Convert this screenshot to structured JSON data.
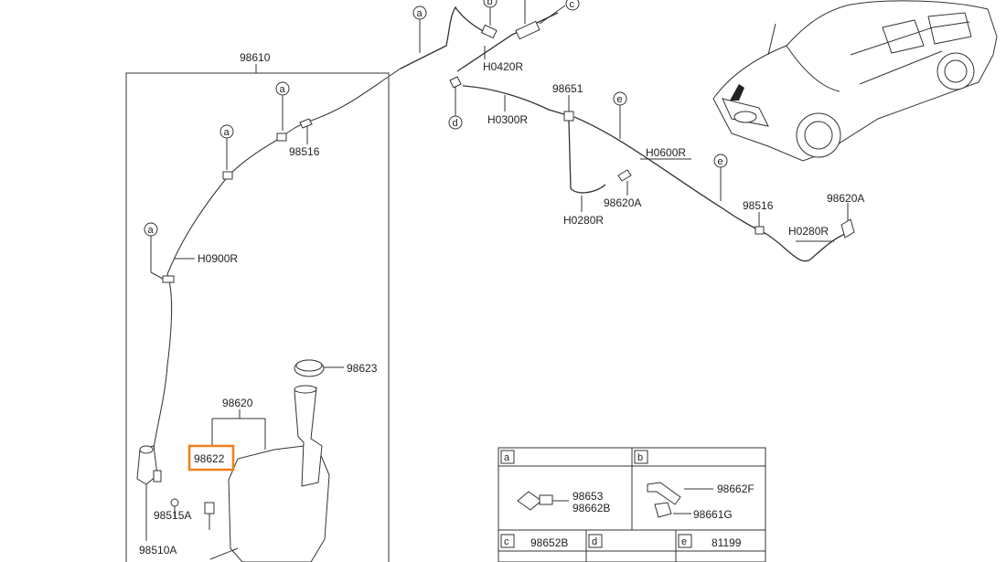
{
  "labels": {
    "assembly": "98610",
    "tank_assy": "98620",
    "highlighted_part": "98622",
    "cap": "98623",
    "pump": "98510A",
    "grommet": "98515A",
    "connector_left": "98516",
    "connector_right": "98516",
    "hose_main": "H0900R",
    "hose_top": "H0420R",
    "hose_mid": "H0300R",
    "hose_long": "H0600R",
    "hose_short_left": "H0280R",
    "hose_short_right": "H0280R",
    "tee": "98651",
    "nozzle_left": "98620A",
    "nozzle_right": "98620A"
  },
  "callouts": [
    "a",
    "a",
    "a",
    "a",
    "b",
    "c",
    "d",
    "e",
    "e"
  ],
  "legend": {
    "cells": [
      {
        "key": "a",
        "parts": [
          "98653",
          "98662B"
        ]
      },
      {
        "key": "b",
        "parts": [
          "98662F",
          "98661G"
        ]
      },
      {
        "key": "c",
        "parts": [
          "98652B"
        ]
      },
      {
        "key": "d",
        "parts": []
      },
      {
        "key": "e",
        "parts": [
          "81199"
        ]
      }
    ]
  },
  "highlight_color": "#ef7f1a"
}
